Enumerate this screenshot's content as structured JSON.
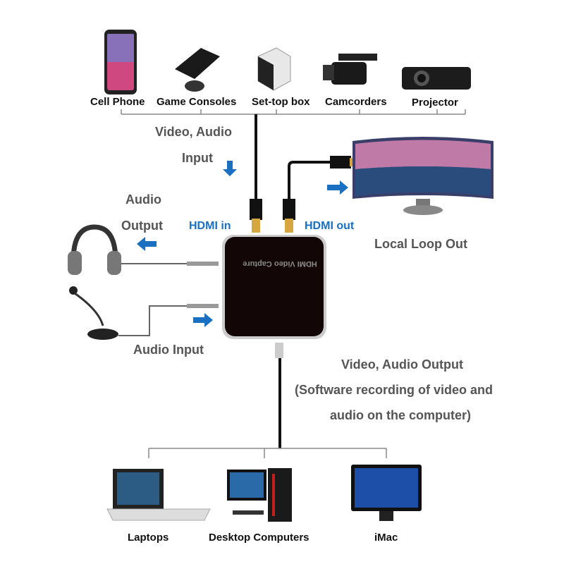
{
  "title": "HDMI Video Capture connection diagram",
  "device_label": "HDMI Video Capture",
  "sources": [
    "Cell Phone",
    "Game Consoles",
    "Set-top box",
    "Camcorders",
    "Projector"
  ],
  "computers": [
    "Laptops",
    "Desktop Computers",
    "iMac"
  ],
  "labels": {
    "video_audio_input_1": "Video, Audio",
    "video_audio_input_2": "Input",
    "audio_output_1": "Audio",
    "audio_output_2": "Output",
    "hdmi_in": "HDMI in",
    "hdmi_out": "HDMI out",
    "local_loop_out": "Local Loop Out",
    "audio_input": "Audio Input",
    "video_audio_output": "Video, Audio Output",
    "software_note_1": "(Software recording of video and",
    "software_note_2": "audio on the computer)"
  },
  "colors": {
    "arrow": "#1a6fc0",
    "line": "#888888",
    "device": "#120606"
  }
}
